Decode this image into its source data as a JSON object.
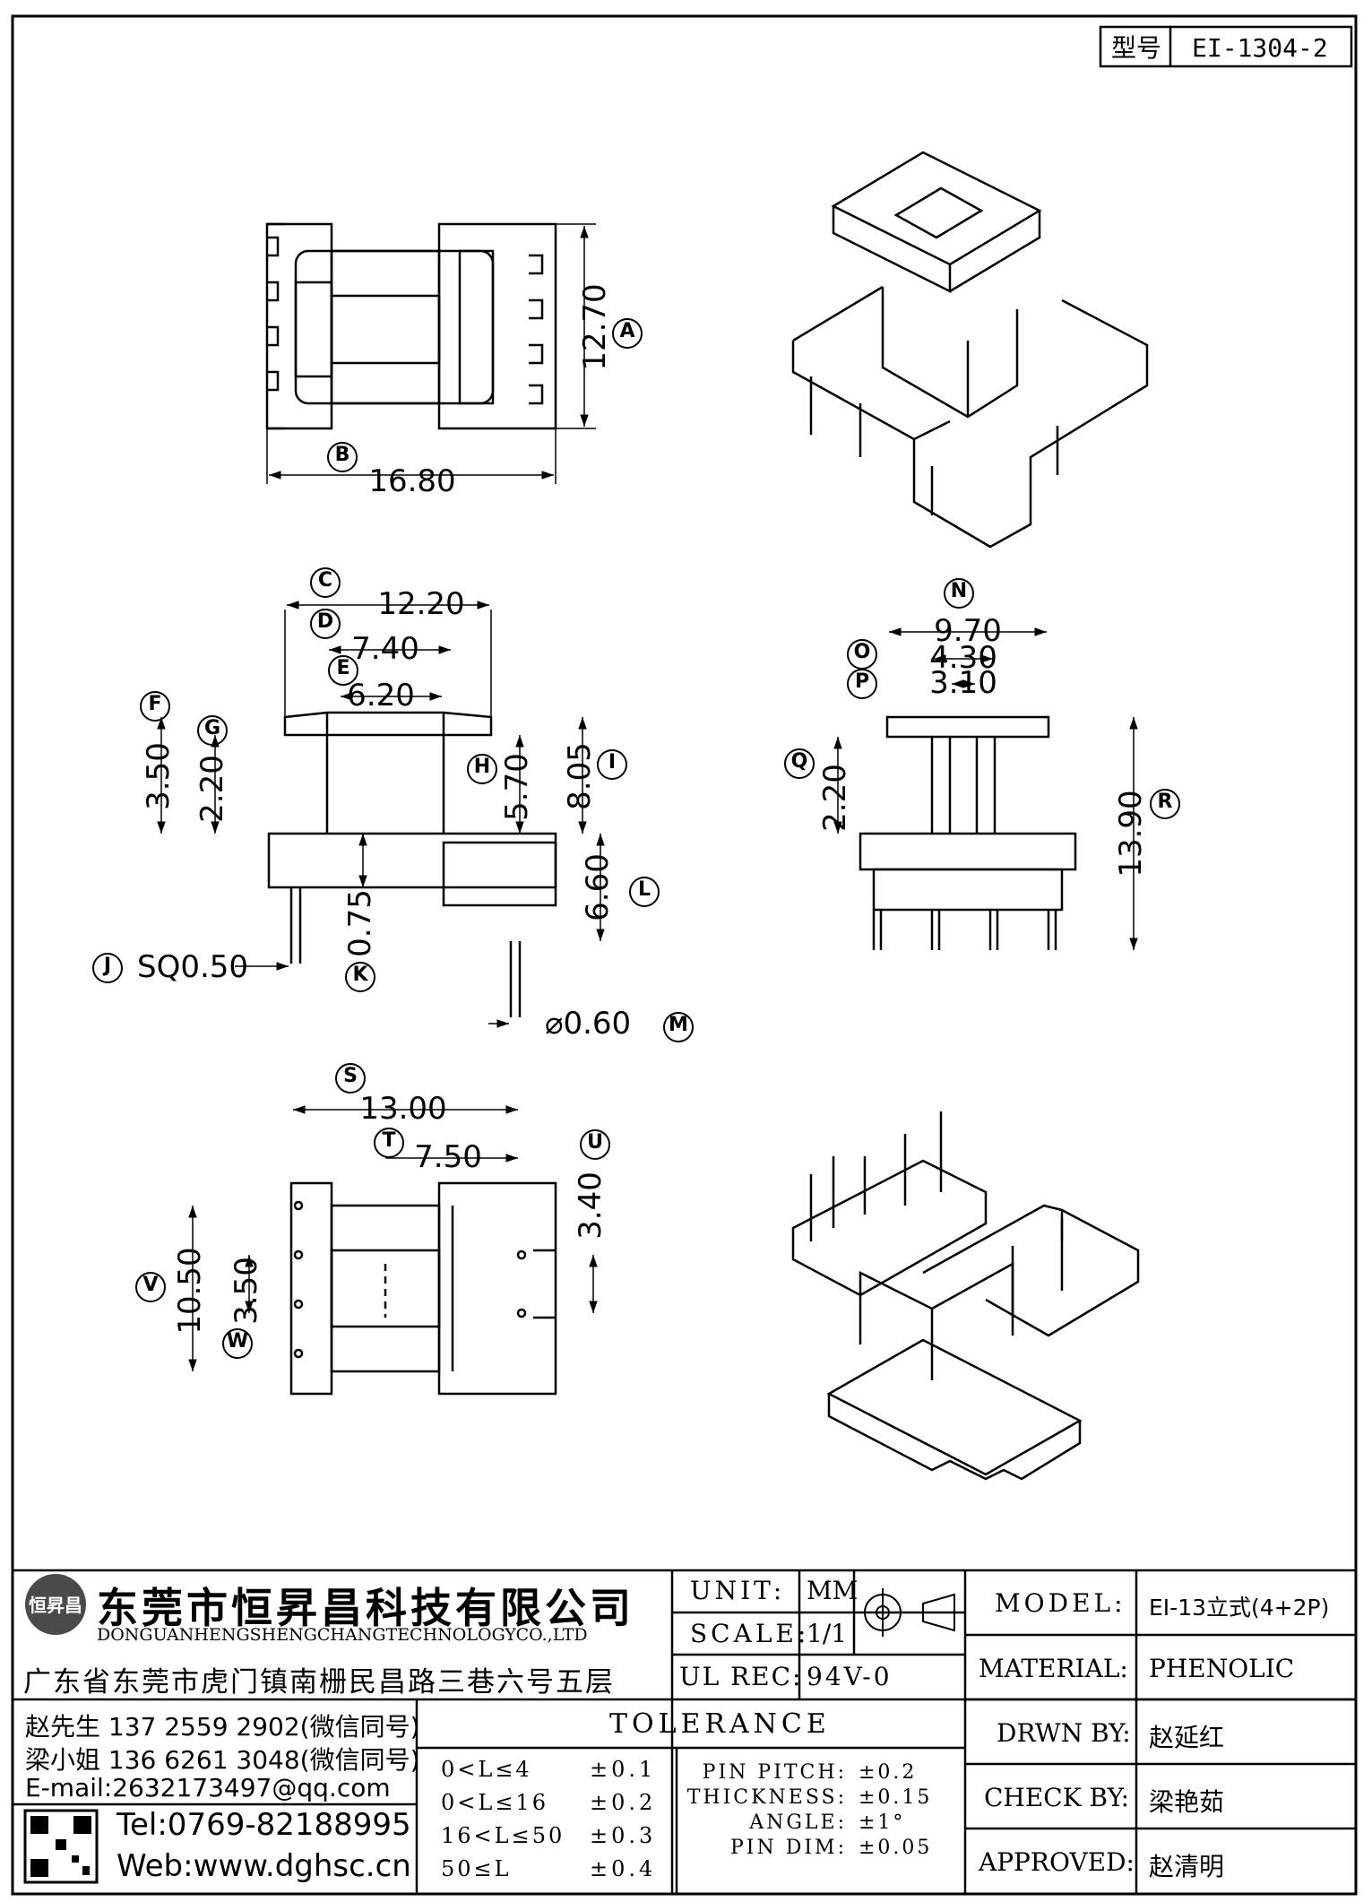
{
  "model_box": {
    "label": "型号",
    "value": "EI-1304-2"
  },
  "dimensions": {
    "A": "12.70",
    "B": "16.80",
    "C": "12.20",
    "D": "7.40",
    "E": "6.20",
    "F": "3.50",
    "G": "2.20",
    "H": "5.70",
    "I": "8.05",
    "J": "SQ0.50",
    "K": "0.75",
    "L": "6.60",
    "M": "⌀0.60",
    "N": "9.70",
    "O": "4.30",
    "P": "3.10",
    "Q": "2.20",
    "R": "13.90",
    "S": "13.00",
    "T": "7.50",
    "U": "3.40",
    "V": "10.50",
    "W": "3.50"
  },
  "callouts": [
    "A",
    "B",
    "C",
    "D",
    "E",
    "F",
    "G",
    "H",
    "I",
    "J",
    "K",
    "L",
    "M",
    "N",
    "O",
    "P",
    "Q",
    "R",
    "S",
    "T",
    "U",
    "V",
    "W"
  ],
  "company": {
    "name_cn": "东莞市恒昇昌科技有限公司",
    "name_en": "DONGUANHENGSHENGCHANGTECHNOLOGYCO.,LTD",
    "logo_text": "恒昇昌",
    "address": "广东省东莞市虎门镇南栅民昌路三巷六号五层",
    "contact_1": "赵先生 137 2559 2902(微信同号)",
    "contact_2": "梁小姐 136 6261 3048(微信同号)",
    "email": "E-mail:2632173497@qq.com",
    "tel": "Tel:0769-82188995",
    "web": "Web:www.dghsc.cn"
  },
  "title_block": {
    "unit_label": "UNIT:",
    "unit_value": "MM",
    "scale_label": "SCALE:",
    "scale_value": "1/1",
    "ulrec_label": "UL REC:",
    "ulrec_value": "94V-0",
    "model_label": "MODEL:",
    "model_value": "EI-13立式(4+2P)",
    "material_label": "MATERIAL:",
    "material_value": "PHENOLIC",
    "drwn_label": "DRWN BY:",
    "drwn_value": "赵延红",
    "check_label": "CHECK BY:",
    "check_value": "梁艳茹",
    "approved_label": "APPROVED:",
    "approved_value": "赵清明"
  },
  "tolerance": {
    "title": "TOLERANCE",
    "rows": [
      {
        "range": "0<L≤4",
        "value": "±0.1"
      },
      {
        "range": "0<L≤16",
        "value": "±0.2"
      },
      {
        "range": "16<L≤50",
        "value": "±0.3"
      },
      {
        "range": "50≤L",
        "value": "±0.4"
      }
    ],
    "specs": [
      {
        "label": "PIN PITCH:",
        "value": "±0.2"
      },
      {
        "label": "THICKNESS:",
        "value": "±0.15"
      },
      {
        "label": "ANGLE:",
        "value": "±1°"
      },
      {
        "label": "PIN DIM:",
        "value": "±0.05"
      }
    ]
  }
}
